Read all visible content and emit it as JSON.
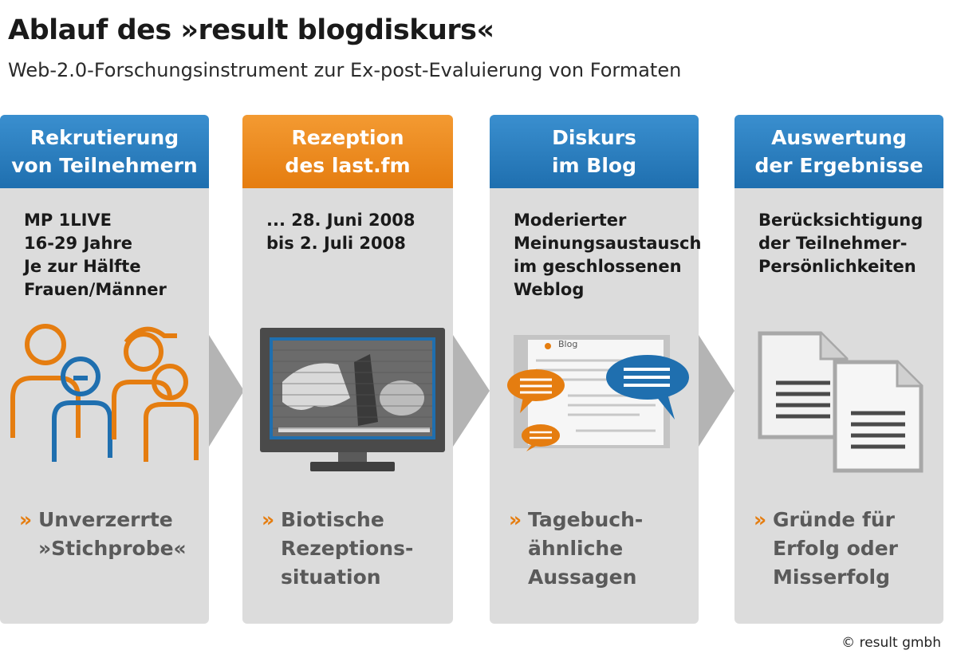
{
  "header": {
    "title": "Ablauf des »result blogdiskurs«",
    "subtitle": "Web-2.0-Forschungsinstrument zur Ex-post-Evaluierung von Formaten"
  },
  "colors": {
    "blue": "#1f6faf",
    "orange": "#e57d10",
    "panel": "#dcdcdc",
    "result_text": "#5a5a5a"
  },
  "steps": [
    {
      "heading": [
        "Rekrutierung",
        "von Teilnehmern"
      ],
      "details": [
        "MP 1LIVE",
        "16-29 Jahre",
        "Je zur Hälfte",
        "Frauen/Männer"
      ],
      "result_marker": "»",
      "result": [
        "Unverzerrte",
        "»Stichprobe«"
      ],
      "icon": "people-group-icon"
    },
    {
      "heading": [
        "Rezeption",
        "des last.fm"
      ],
      "details": [
        "... 28. Juni 2008",
        "bis 2. Juli 2008"
      ],
      "result_marker": "»",
      "result": [
        "Biotische",
        "Rezeptions-",
        "situation"
      ],
      "icon": "television-icon"
    },
    {
      "heading": [
        "Diskurs",
        "im Blog"
      ],
      "details": [
        "Moderierter",
        "Meinungsaustausch",
        "im geschlossenen",
        "Weblog"
      ],
      "result_marker": "»",
      "result": [
        "Tagebuch-",
        "ähnliche",
        "Aussagen"
      ],
      "icon": "blog-discussion-icon",
      "blog_label": "Blog"
    },
    {
      "heading": [
        "Auswertung",
        "der Ergebnisse"
      ],
      "details": [
        "Berücksichtigung",
        "der Teilnehmer-",
        "Persönlichkeiten"
      ],
      "result_marker": "»",
      "result": [
        "Gründe für",
        "Erfolg oder",
        "Misserfolg"
      ],
      "icon": "documents-icon"
    }
  ],
  "footer": {
    "copyright": "© result gmbh"
  }
}
